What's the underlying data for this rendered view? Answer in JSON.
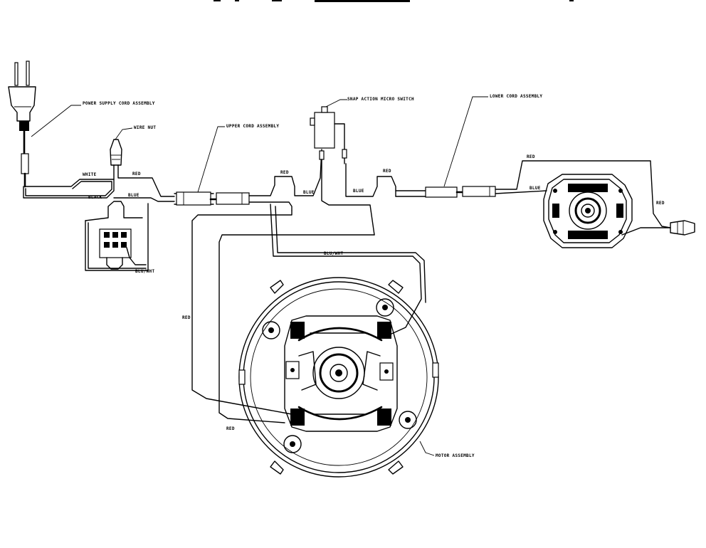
{
  "labels": {
    "power_supply_cord": "POWER SUPPLY CORD ASSEMBLY",
    "wire_nut": "WIRE NUT",
    "upper_cord": "UPPER CORD ASSEMBLY",
    "snap_switch": "SNAP ACTION MICRO SWITCH",
    "lower_cord": "LOWER CORD ASSEMBLY",
    "motor_assembly": "MOTOR ASSEMBLY"
  },
  "wires": {
    "white": "WHITE",
    "red_top": "RED",
    "black": "BLACK",
    "blue_left": "BLUE",
    "blue_wht": "BLU/WHT",
    "red_upper": "RED",
    "blue_upper": "BLUE",
    "red_switch": "RED",
    "blue_switch": "BLUE",
    "blu_wht_motor": "BLU/WHT",
    "red_motor_left": "RED",
    "red_motor_bottom": "RED",
    "red_lower_top": "RED",
    "blue_lower": "BLUE",
    "red_lower_right": "RED"
  },
  "colors": {
    "line": "#000000",
    "background": "#ffffff"
  }
}
